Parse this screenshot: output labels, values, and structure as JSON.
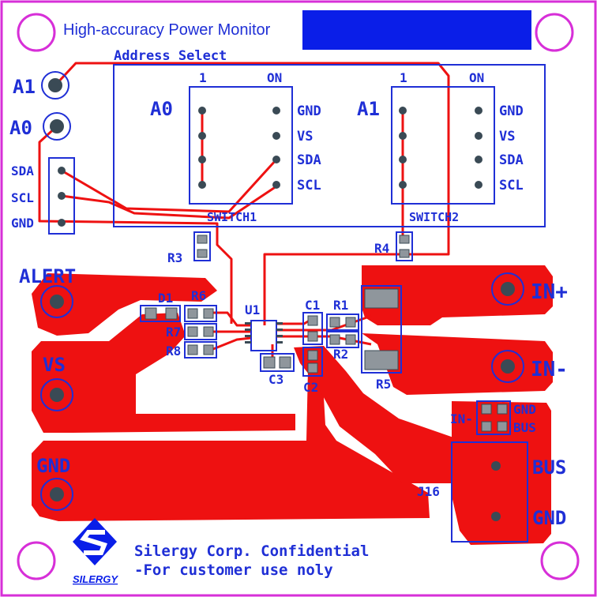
{
  "colors": {
    "copper": "#ee1111",
    "silk": "#1f2fd6",
    "outline": "#d72fd8",
    "pad": "#3a4a55",
    "pad_light": "#8f969c",
    "banner": "#0a1ee8"
  },
  "title": "High-accuracy Power Monitor",
  "address_select": "Address Select",
  "switch1": {
    "name": "A0",
    "on": "ON",
    "one": "1",
    "ref": "SWITCH1",
    "pins": [
      "GND",
      "VS",
      "SDA",
      "SCL"
    ]
  },
  "switch2": {
    "name": "A1",
    "on": "ON",
    "one": "1",
    "ref": "SWITCH2",
    "pins": [
      "GND",
      "VS",
      "SDA",
      "SCL"
    ]
  },
  "left_pins": {
    "a1": "A1",
    "a0": "A0"
  },
  "header": {
    "sda": "SDA",
    "scl": "SCL",
    "gnd": "GND"
  },
  "pads": {
    "alert": "ALERT",
    "vs": "VS",
    "gnd": "GND",
    "in_plus": "IN+",
    "in_minus": "IN-",
    "bus": "BUS",
    "gnd2": "GND"
  },
  "refs": {
    "r1": "R1",
    "r2": "R2",
    "r3": "R3",
    "r4": "R4",
    "r5": "R5",
    "r6": "R6",
    "r7": "R7",
    "r8": "R8",
    "c1": "C1",
    "c2": "C2",
    "c3": "C3",
    "d1": "D1",
    "u1": "U1",
    "j16": "J16"
  },
  "jumper": {
    "in_minus": "IN-",
    "gnd": "GND",
    "bus": "BUS"
  },
  "footer": {
    "line1": "Silergy Corp. Confidential",
    "line2": "-For customer use noly",
    "logo": "SILERGY"
  }
}
